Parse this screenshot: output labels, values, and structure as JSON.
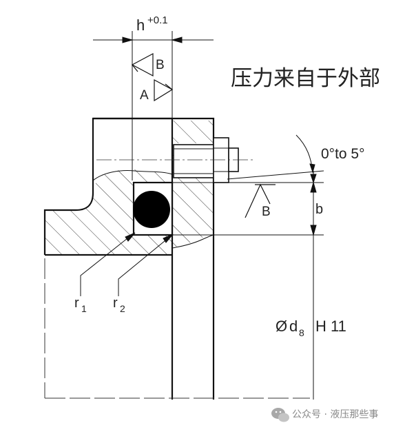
{
  "title": "压力来自于外部",
  "labels": {
    "h": "h",
    "tolerance": "+0.1",
    "angle": "0°to 5°",
    "b": "b",
    "datum_b": "B",
    "datum_a": "A",
    "r1": "r",
    "r1_sub": "1",
    "r2": "r",
    "r2_sub": "2",
    "dia_symbol": "Ø",
    "dia_d": "d",
    "dia_sub": "8",
    "dia_fit": "H 11"
  },
  "watermark": {
    "icon": "wechat-logo-icon",
    "text": "公众号 · 液压那些事"
  }
}
